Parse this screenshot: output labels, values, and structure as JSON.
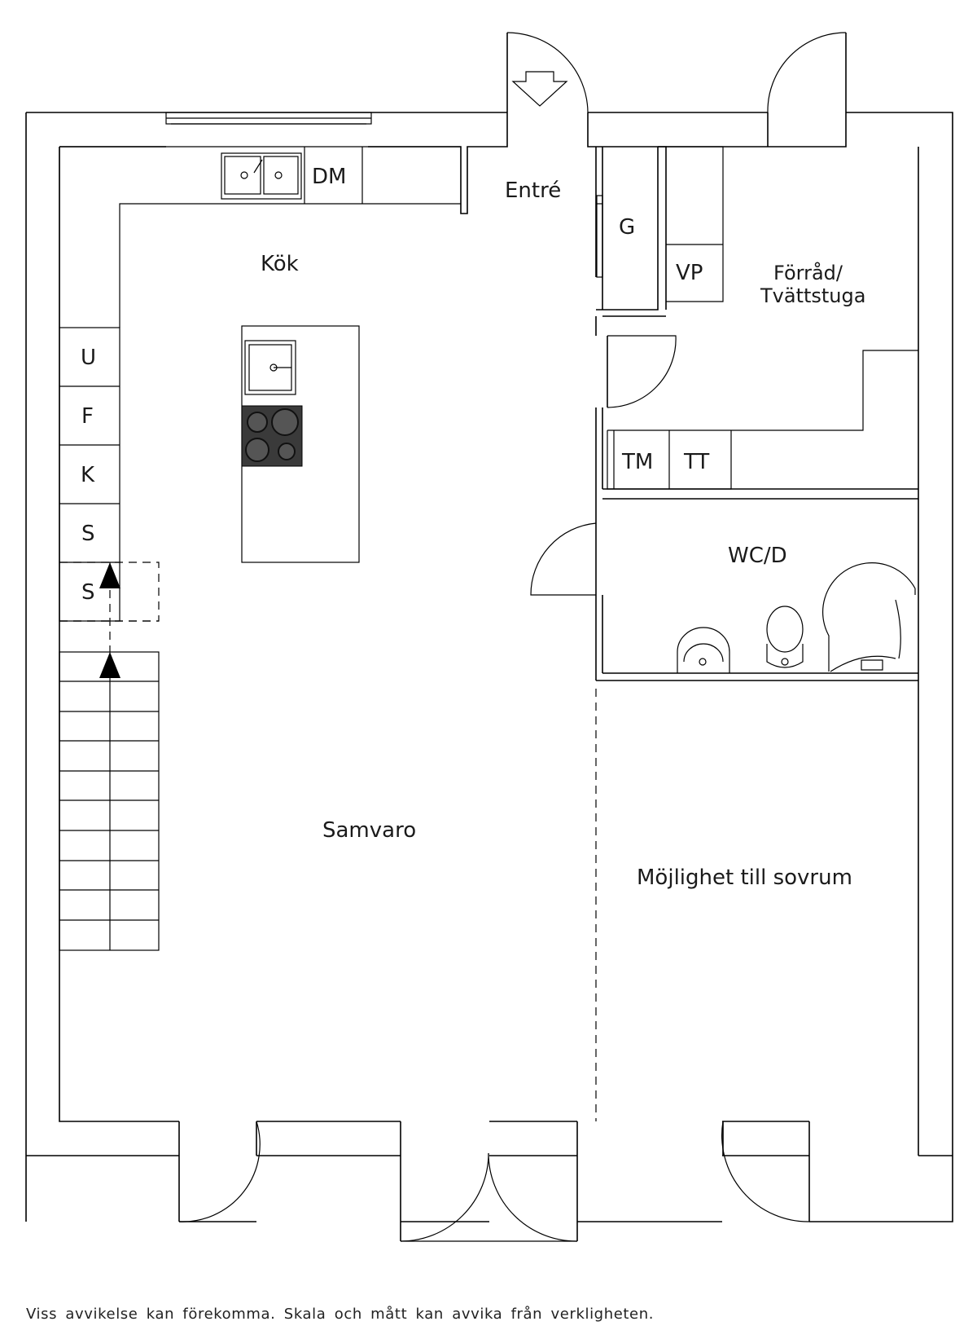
{
  "rooms": {
    "entre": "Entré",
    "kok": "Kök",
    "samvaro": "Samvaro",
    "forrad_line1": "Förråd/",
    "forrad_line2": "Tvättstuga",
    "wc": "WC/D",
    "mojlighet": "Möjlighet till sovrum"
  },
  "fixtures": {
    "dm": "DM",
    "g": "G",
    "vp": "VP",
    "u": "U",
    "f": "F",
    "k": "K",
    "s1": "S",
    "s2": "S",
    "tm": "TM",
    "tt": "TT"
  },
  "disclaimer": "Viss avvikelse kan förekomma. Skala och mått kan avvika från verkligheten."
}
